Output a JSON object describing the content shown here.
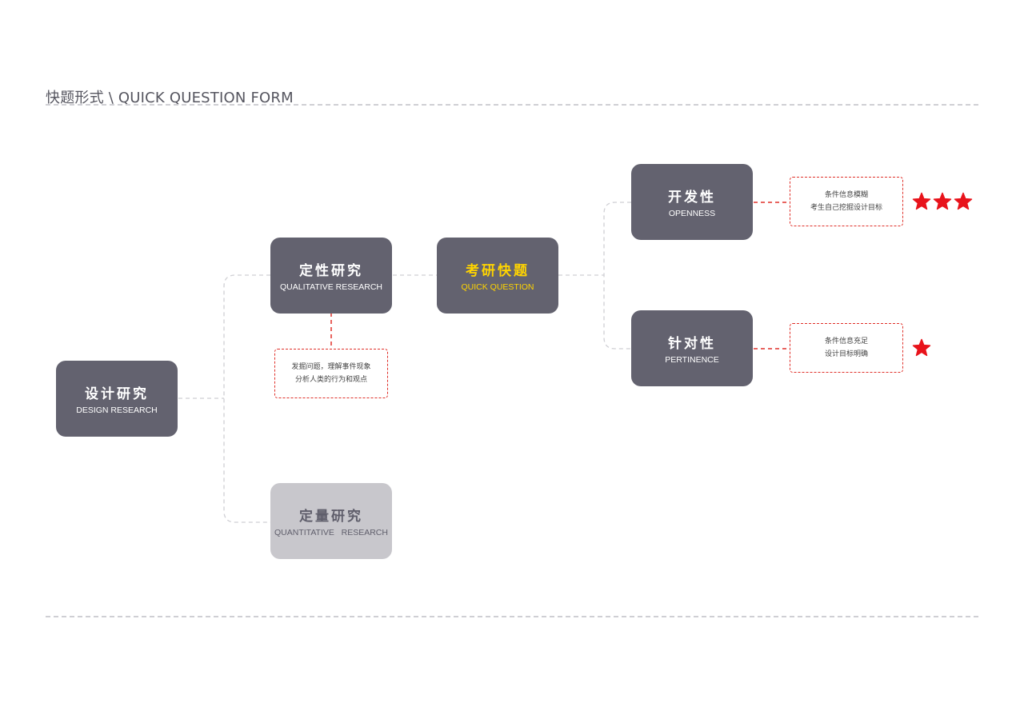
{
  "header": {
    "title": "快题形式 \\ QUICK QUESTION FORM"
  },
  "nodes": {
    "design_research": {
      "zh": "设计研究",
      "en": "DESIGN RESEARCH"
    },
    "qualitative": {
      "zh": "定性研究",
      "en": "QUALITATIVE RESEARCH"
    },
    "quick_question": {
      "zh": "考研快题",
      "en": "QUICK QUESTION"
    },
    "openness": {
      "zh": "开发性",
      "en": "OPENNESS"
    },
    "pertinence": {
      "zh": "针对性",
      "en": "PERTINENCE"
    },
    "quantitative": {
      "zh": "定量研究",
      "en": "QUANTITATIVE   RESEARCH"
    }
  },
  "notes": {
    "qualitative": {
      "line1": "发掘问题，理解事件现象",
      "line2": "分析人类的行为和观点"
    },
    "openness": {
      "line1": "条件信息模糊",
      "line2": "考生自己挖掘设计目标"
    },
    "pertinence": {
      "line1": "条件信息充足",
      "line2": "设计目标明确"
    }
  },
  "ratings": {
    "openness": 3,
    "pertinence": 1
  },
  "colors": {
    "node": "#63626f",
    "node_light": "#c8c7cc",
    "highlight_text": "#ffd400",
    "note_border": "#e0312a",
    "star": "#e8131b",
    "rule": "#cfcfd4"
  }
}
